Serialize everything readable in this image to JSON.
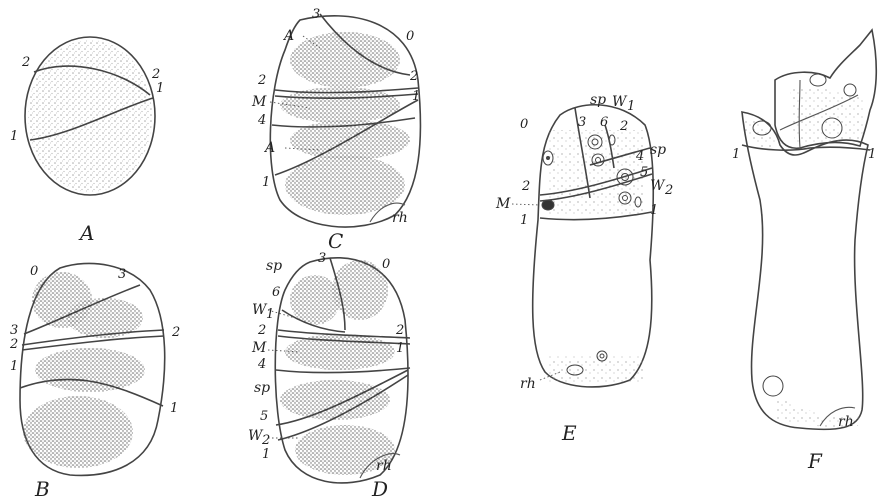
{
  "figures": {
    "A": {
      "caption": "A",
      "labels": {
        "w2_left": "2",
        "w2_right": "2",
        "w1_right": "1",
        "w1_left": "1"
      }
    },
    "B": {
      "caption": "B",
      "labels": {
        "o": "0",
        "w3_top": "3",
        "w3_left": "3",
        "w2_left": "2",
        "w1_left": "1",
        "w2_right": "2",
        "w1_right": "1"
      }
    },
    "C": {
      "caption": "C",
      "labels": {
        "w3_top": "3",
        "o": "0",
        "A_top": "A",
        "w2_left": "2",
        "w2_right": "2",
        "M": "M",
        "w1_right": "1",
        "w4": "4",
        "A_bottom": "A",
        "w1_left": "1",
        "rh": "rh"
      }
    },
    "D": {
      "caption": "D",
      "labels": {
        "sp_top": "sp",
        "w3_top": "3",
        "o": "0",
        "w6": "6",
        "W1": "W",
        "W1_sub": "1",
        "w2_left": "2",
        "w2_right": "2",
        "M": "M",
        "w1_right": "1",
        "w4": "4",
        "sp_mid": "sp",
        "w5": "5",
        "W2": "W",
        "W2_sub": "2",
        "w1_left": "1",
        "rh": "rh"
      }
    },
    "E": {
      "caption": "E",
      "labels": {
        "sp_top": "sp",
        "W1": "W",
        "W1_sub": "1",
        "o": "0",
        "w3": "3",
        "w6": "6",
        "w2_right": "2",
        "w4": "4",
        "sp_right": "sp",
        "w5": "5",
        "W2": "W",
        "W2_sub": "2",
        "w2_left": "2",
        "M": "M",
        "w1_left": "1",
        "w1_right": "1",
        "rh": "rh"
      }
    },
    "F": {
      "caption": "F",
      "labels": {
        "w1_left": "1",
        "w1_right": "1",
        "rh": "rh"
      }
    }
  }
}
